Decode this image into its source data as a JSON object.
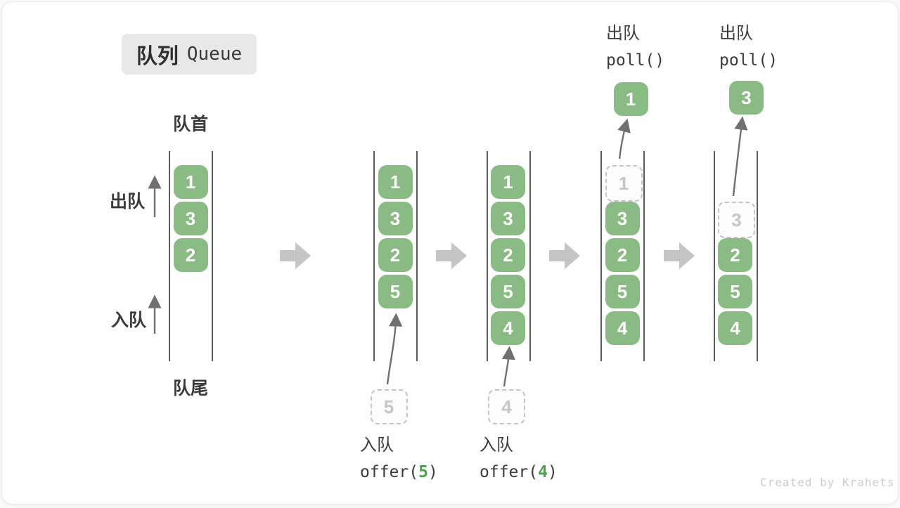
{
  "title": {
    "badge_zh": "队列",
    "badge_en": "Queue"
  },
  "labels": {
    "front": "队首",
    "rear": "队尾",
    "dequeue_side": "出队",
    "enqueue_side": "入队"
  },
  "operations": {
    "enqueue_1": {
      "title": "入队",
      "code_pre": "offer(",
      "code_arg": "5",
      "code_post": ")"
    },
    "enqueue_2": {
      "title": "入队",
      "code_pre": "offer(",
      "code_arg": "4",
      "code_post": ")"
    },
    "dequeue_1": {
      "title": "出队",
      "code": "poll()"
    },
    "dequeue_2": {
      "title": "出队",
      "code": "poll()"
    }
  },
  "states": [
    {
      "name": "state-1",
      "boxes": [
        {
          "value": "1",
          "slot": 0,
          "style": "solid"
        },
        {
          "value": "3",
          "slot": 1,
          "style": "solid"
        },
        {
          "value": "2",
          "slot": 2,
          "style": "solid"
        }
      ]
    },
    {
      "name": "state-2-after-offer-5",
      "boxes": [
        {
          "value": "1",
          "slot": 0,
          "style": "solid"
        },
        {
          "value": "3",
          "slot": 1,
          "style": "solid"
        },
        {
          "value": "2",
          "slot": 2,
          "style": "solid"
        },
        {
          "value": "5",
          "slot": 3,
          "style": "solid"
        }
      ],
      "incoming": {
        "value": "5"
      }
    },
    {
      "name": "state-3-after-offer-4",
      "boxes": [
        {
          "value": "1",
          "slot": 0,
          "style": "solid"
        },
        {
          "value": "3",
          "slot": 1,
          "style": "solid"
        },
        {
          "value": "2",
          "slot": 2,
          "style": "solid"
        },
        {
          "value": "5",
          "slot": 3,
          "style": "solid"
        },
        {
          "value": "4",
          "slot": 4,
          "style": "solid"
        }
      ],
      "incoming": {
        "value": "4"
      }
    },
    {
      "name": "state-4-after-poll-1",
      "boxes": [
        {
          "value": "1",
          "slot": 0,
          "style": "dashed"
        },
        {
          "value": "3",
          "slot": 1,
          "style": "solid"
        },
        {
          "value": "2",
          "slot": 2,
          "style": "solid"
        },
        {
          "value": "5",
          "slot": 3,
          "style": "solid"
        },
        {
          "value": "4",
          "slot": 4,
          "style": "solid"
        }
      ],
      "ejected": {
        "value": "1"
      }
    },
    {
      "name": "state-5-after-poll-3",
      "boxes": [
        {
          "value": "3",
          "slot": 1,
          "style": "dashed"
        },
        {
          "value": "2",
          "slot": 2,
          "style": "solid"
        },
        {
          "value": "5",
          "slot": 3,
          "style": "solid"
        },
        {
          "value": "4",
          "slot": 4,
          "style": "solid"
        }
      ],
      "ejected": {
        "value": "3"
      }
    }
  ],
  "watermark": "Created by Krahets",
  "colors": {
    "box_green": "#8abb84",
    "box_text": "#ffffff",
    "code_arg_green": "#4f9e4f",
    "dashed_border": "#c4c4c4",
    "dashed_text": "#c6c6c6",
    "column_line": "#5a5a5a",
    "thin_arrow": "#707070",
    "block_arrow": "#c5c5c5",
    "text_dark": "#3b3b3b",
    "badge_bg": "#e8e8e8",
    "watermark_gray": "#cccccc"
  }
}
